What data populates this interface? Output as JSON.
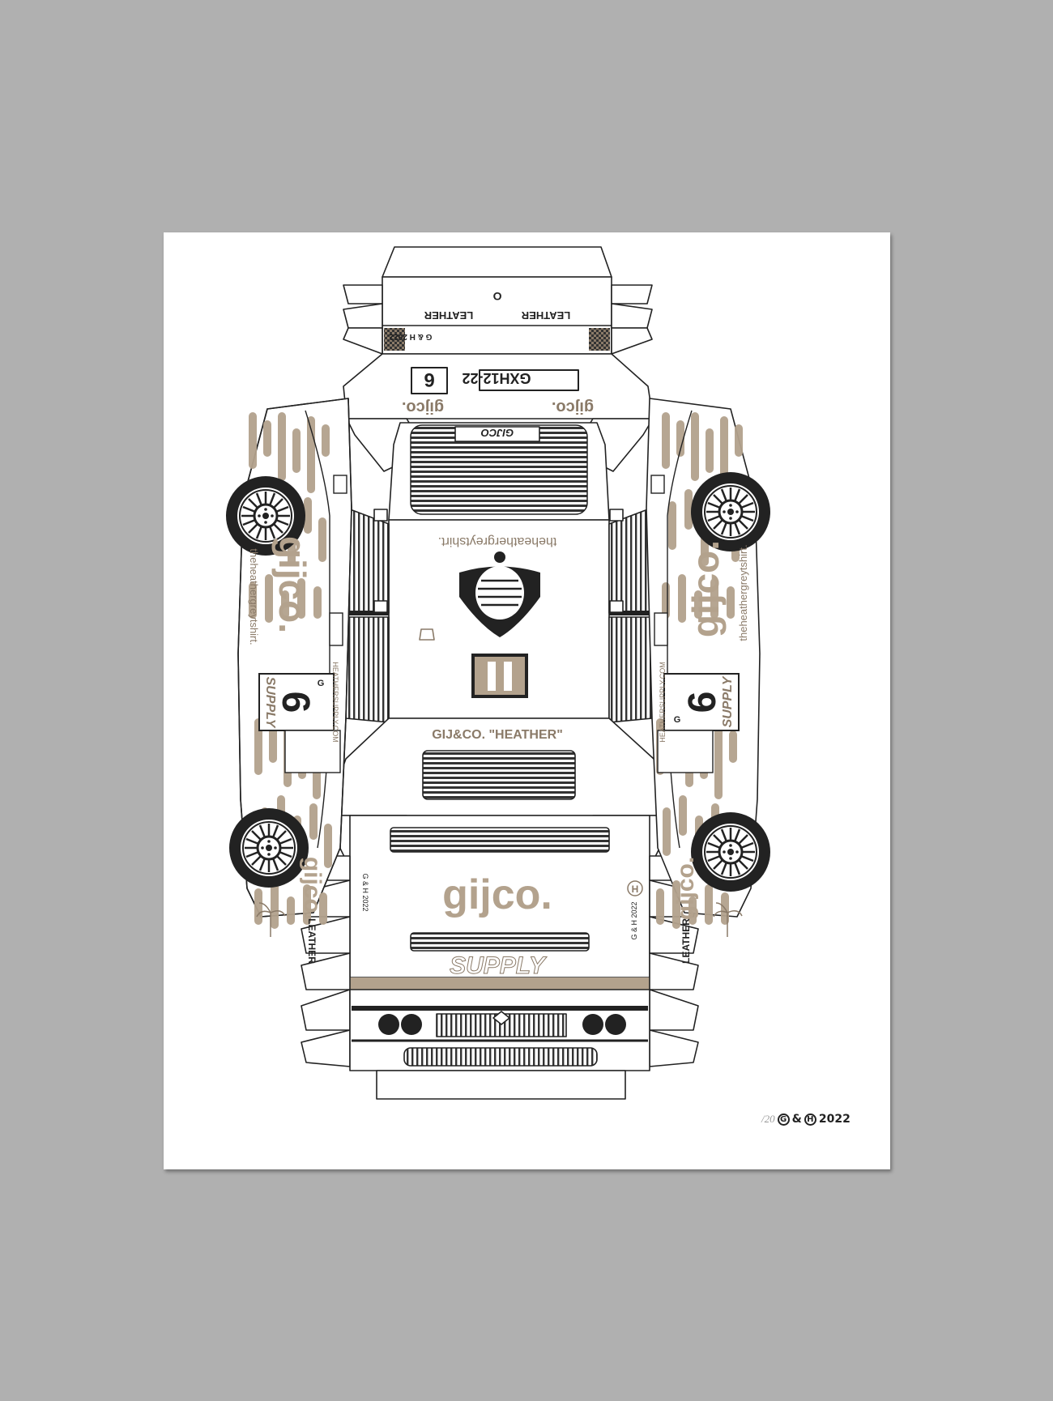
{
  "colors": {
    "ink": "#222222",
    "tan": "#b3a28d",
    "tan_dark": "#8a7a68",
    "paper": "#ffffff",
    "background": "#b0b0b0"
  },
  "rear": {
    "plate": "GXH12-22",
    "number": "6",
    "brand_left": "gijco.",
    "brand_right": "gijco.",
    "badge": "GIJCO",
    "copyright": "G & H 2022",
    "strip_left": "LEATHER",
    "strip_right": "LEATHER",
    "tag": "O"
  },
  "roof": {
    "url": "theheathergreytshirt."
  },
  "hood": {
    "banner": "GIJ&CO. \"HEATHER\""
  },
  "front": {
    "brand": "gijco.",
    "supply": "SUPPLY",
    "copyright_left": "G & H 2022",
    "copyright_right": "G & H 2022",
    "h_badge": "H"
  },
  "left_side": {
    "brand": "gijco.",
    "url": "theheathergreytshirt.",
    "number": "6",
    "supply": "SUPPLY",
    "heather_supply": "HEATHERSUPPLY.COM",
    "g_badge": "G",
    "rear_brand": "gijco.",
    "leather": "LEATHER"
  },
  "right_side": {
    "brand": "gijco.",
    "url": "theheathergreytshirt.",
    "number": "6",
    "supply": "SUPPLY",
    "heather_supply": "HEATHERSUPPLY.COM",
    "g_badge": "G",
    "rear_brand": "gijco.",
    "leather": "LEATHER"
  },
  "footer": {
    "edition": "/20",
    "g": "G",
    "amp": "&",
    "h": "H",
    "year": "2022"
  }
}
